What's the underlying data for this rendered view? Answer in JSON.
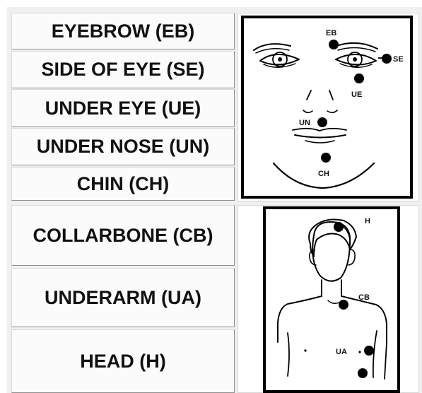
{
  "tapping_points": {
    "labels": [
      "EYEBROW (EB)",
      "SIDE OF EYE (SE)",
      "UNDER EYE (UE)",
      "UNDER NOSE (UN)",
      "CHIN (CH)",
      "COLLARBONE (CB)",
      "UNDERARM (UA)",
      "HEAD (H)"
    ]
  },
  "face_diagram": {
    "markers": [
      "EB",
      "SE",
      "UE",
      "UN",
      "CH"
    ]
  },
  "body_diagram": {
    "markers": [
      "H",
      "CB",
      "UA"
    ]
  },
  "colors": {
    "page_background": "#ffffff",
    "cell_background": "#fbfbfb",
    "text": "#111111",
    "diagram_outline": "#000000"
  }
}
